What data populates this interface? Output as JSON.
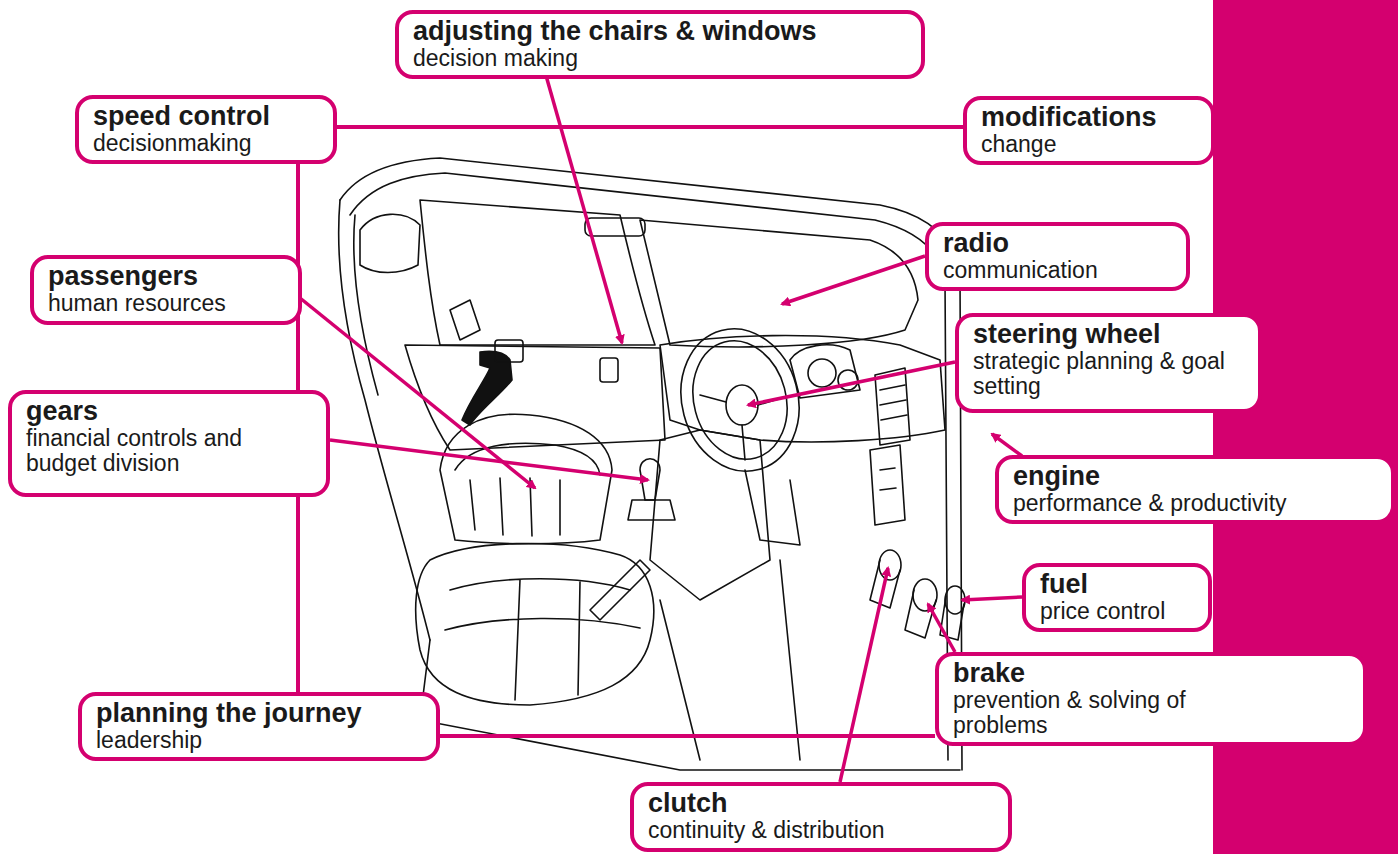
{
  "diagram": {
    "nodes": [
      {
        "text": [
          "adjusting the chairs & windows",
          "decision making"
        ]
      },
      {
        "text": [
          "speed control",
          "decisionmaking"
        ]
      },
      {
        "text": [
          "modifications",
          "change"
        ]
      },
      {
        "text": [
          "radio",
          "communication"
        ]
      },
      {
        "text": [
          "passengers",
          "human resources"
        ]
      },
      {
        "text": [
          "steering wheel",
          "strategic planning & goal setting"
        ]
      },
      {
        "text": [
          "gears",
          "financial controls and budget division"
        ]
      },
      {
        "text": [
          "engine",
          "performance & productivity"
        ]
      },
      {
        "text": [
          "fuel",
          "price control"
        ]
      },
      {
        "text": [
          "brake",
          "prevention & solving of problems"
        ]
      },
      {
        "text": [
          "planning the journey",
          "leadership"
        ]
      },
      {
        "text": [
          "clutch",
          "continuity & distribution"
        ]
      }
    ],
    "edges": [
      {
        "from": 1,
        "to": 2,
        "arrow": "none"
      },
      {
        "from": 1,
        "to": 10,
        "arrow": "none"
      },
      {
        "from": 10,
        "to": 9,
        "arrow": "none"
      }
    ]
  }
}
